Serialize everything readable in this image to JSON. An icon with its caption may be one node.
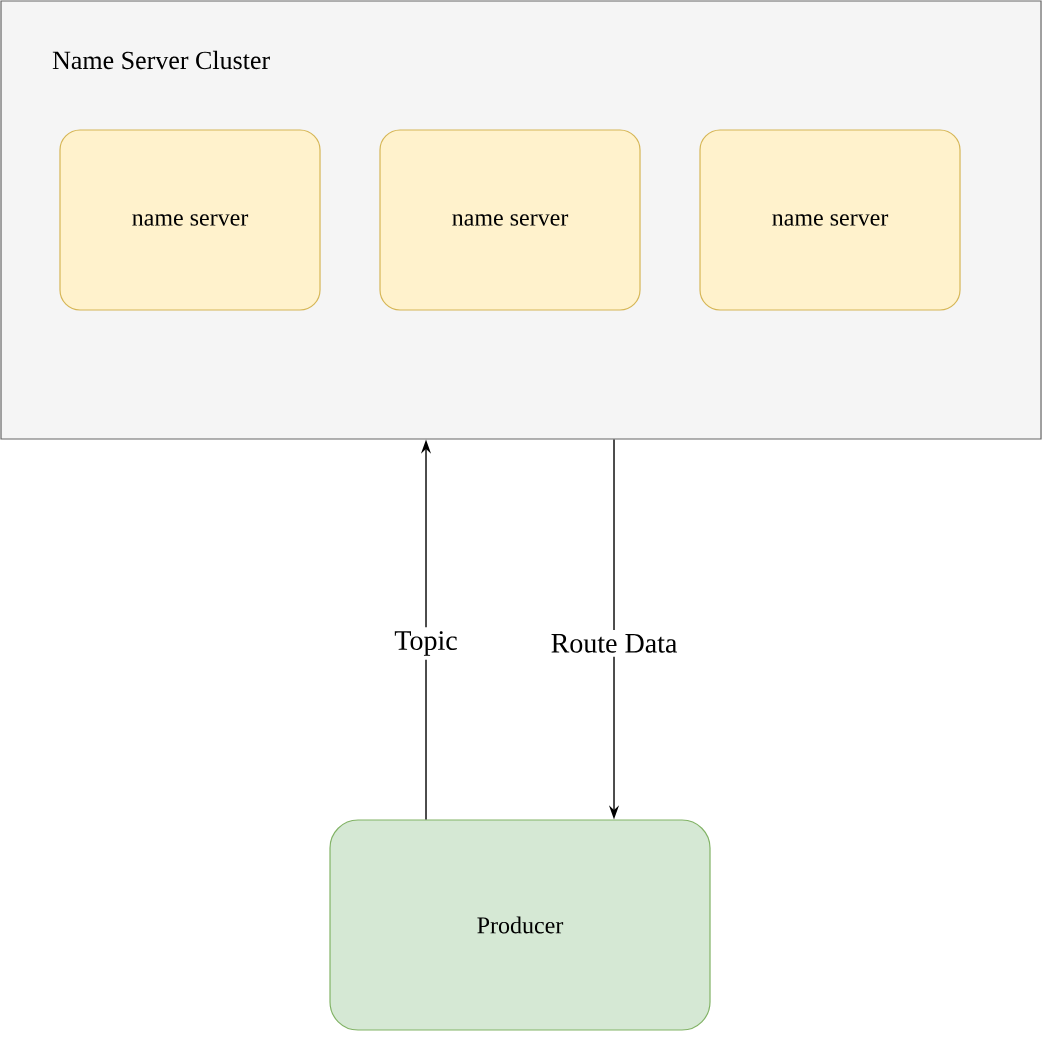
{
  "diagram": {
    "nodes": [
      {
        "text": [
          "Name Server Cluster"
        ]
      },
      {
        "text": [
          "name server"
        ],
        "in": 0
      },
      {
        "text": [
          "name server"
        ],
        "in": 0
      },
      {
        "text": [
          "name server"
        ],
        "in": 0
      },
      {
        "text": [
          "Producer"
        ]
      }
    ],
    "edges": [
      {
        "from": 4,
        "to": 0,
        "arrow": "to",
        "label": "Topic"
      },
      {
        "from": 0,
        "to": 4,
        "arrow": "to",
        "label": "Route Data"
      }
    ]
  }
}
